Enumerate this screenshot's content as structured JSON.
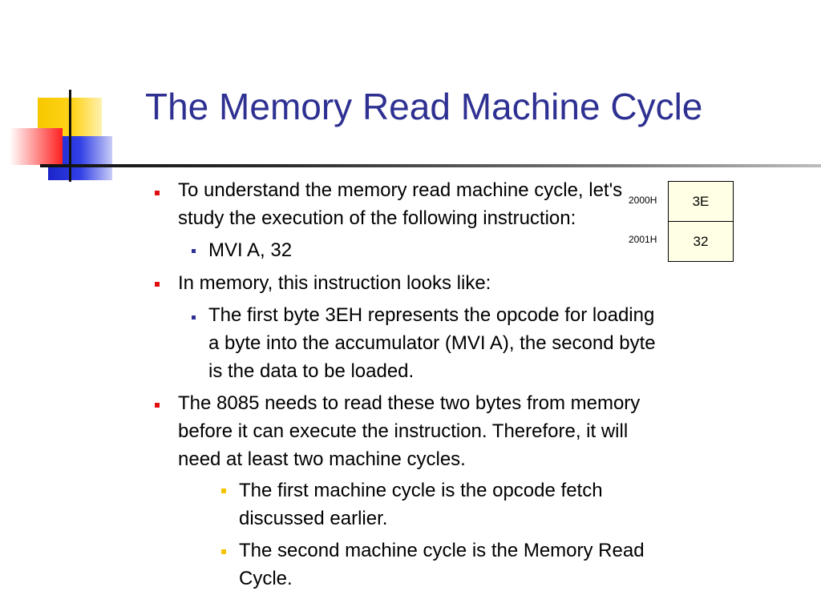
{
  "title": "The Memory Read Machine Cycle",
  "bullets": [
    {
      "level": 1,
      "lines": [
        "To understand the memory read machine cycle, let's",
        "study the execution of the following instruction:"
      ]
    },
    {
      "level": 2,
      "lines": [
        "MVI A, 32"
      ]
    },
    {
      "level": 1,
      "lines": [
        "In memory, this instruction looks like:"
      ]
    },
    {
      "level": 2,
      "lines": [
        "The first byte 3EH represents the opcode for loading",
        "a byte into the accumulator (MVI A), the second byte",
        "is the data to be loaded."
      ]
    },
    {
      "level": 1,
      "lines": [
        "The 8085 needs to read these two bytes from memory",
        "before it can execute the instruction. Therefore, it will",
        "need at least two machine cycles."
      ]
    },
    {
      "level": 3,
      "lines": [
        "The first machine cycle is the opcode fetch",
        "discussed earlier."
      ]
    },
    {
      "level": 3,
      "lines": [
        "The second machine cycle is the Memory Read",
        "Cycle."
      ]
    }
  ],
  "memory": [
    {
      "address": "2000H",
      "value": "3E"
    },
    {
      "address": "2001H",
      "value": "32"
    }
  ],
  "colors": {
    "title": "#2e3192",
    "bullet_level1": "#e01010",
    "bullet_level2": "#2e3192",
    "bullet_level3": "#f5c400",
    "memory_fill": "#ffffe6"
  }
}
